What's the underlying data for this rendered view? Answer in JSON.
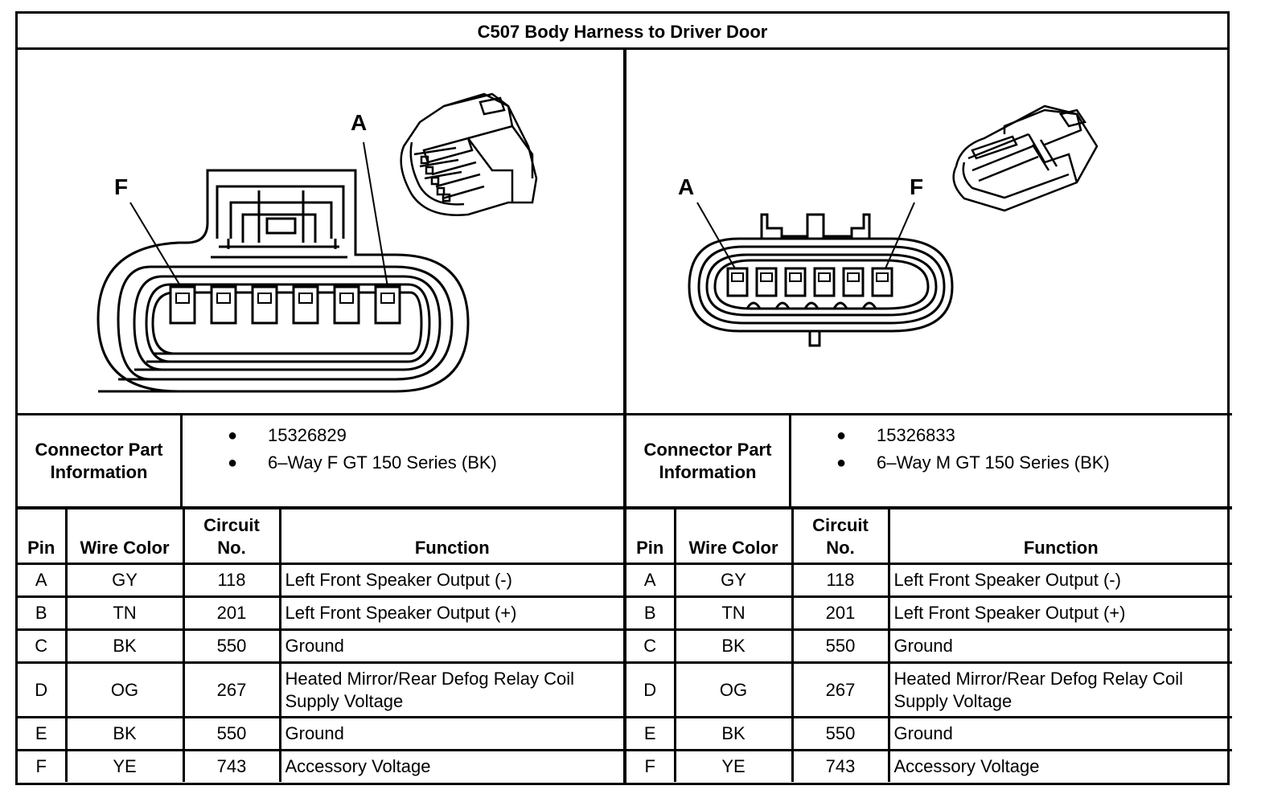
{
  "title": "C507 Body Harness to Driver Door",
  "connectors": [
    {
      "info_label_line1": "Connector Part",
      "info_label_line2": "Information",
      "part_info": [
        "15326829",
        "6–Way F GT 150 Series (BK)"
      ],
      "drawing_labels": {
        "left": "F",
        "right": "A"
      },
      "headers": {
        "pin": "Pin",
        "wire_color": "Wire Color",
        "circuit_line1": "Circuit",
        "circuit_line2": "No.",
        "function": "Function"
      },
      "rows": [
        {
          "pin": "A",
          "color": "GY",
          "circuit": "118",
          "function": "Left Front Speaker Output (-)"
        },
        {
          "pin": "B",
          "color": "TN",
          "circuit": "201",
          "function": "Left Front Speaker Output (+)"
        },
        {
          "pin": "C",
          "color": "BK",
          "circuit": "550",
          "function": "Ground"
        },
        {
          "pin": "D",
          "color": "OG",
          "circuit": "267",
          "function_line1": "Heated Mirror/Rear Defog Relay Coil",
          "function_line2": "Supply Voltage"
        },
        {
          "pin": "E",
          "color": "BK",
          "circuit": "550",
          "function": "Ground"
        },
        {
          "pin": "F",
          "color": "YE",
          "circuit": "743",
          "function": "Accessory Voltage"
        }
      ]
    },
    {
      "info_label_line1": "Connector Part",
      "info_label_line2": "Information",
      "part_info": [
        "15326833",
        "6–Way M GT 150 Series (BK)"
      ],
      "drawing_labels": {
        "left": "A",
        "right": "F"
      },
      "headers": {
        "pin": "Pin",
        "wire_color": "Wire Color",
        "circuit_line1": "Circuit",
        "circuit_line2": "No.",
        "function": "Function"
      },
      "rows": [
        {
          "pin": "A",
          "color": "GY",
          "circuit": "118",
          "function": "Left Front Speaker Output (-)"
        },
        {
          "pin": "B",
          "color": "TN",
          "circuit": "201",
          "function": "Left Front Speaker Output (+)"
        },
        {
          "pin": "C",
          "color": "BK",
          "circuit": "550",
          "function": "Ground"
        },
        {
          "pin": "D",
          "color": "OG",
          "circuit": "267",
          "function_line1": "Heated Mirror/Rear Defog Relay Coil",
          "function_line2": "Supply Voltage"
        },
        {
          "pin": "E",
          "color": "BK",
          "circuit": "550",
          "function": "Ground"
        },
        {
          "pin": "F",
          "color": "YE",
          "circuit": "743",
          "function": "Accessory Voltage"
        }
      ]
    }
  ]
}
